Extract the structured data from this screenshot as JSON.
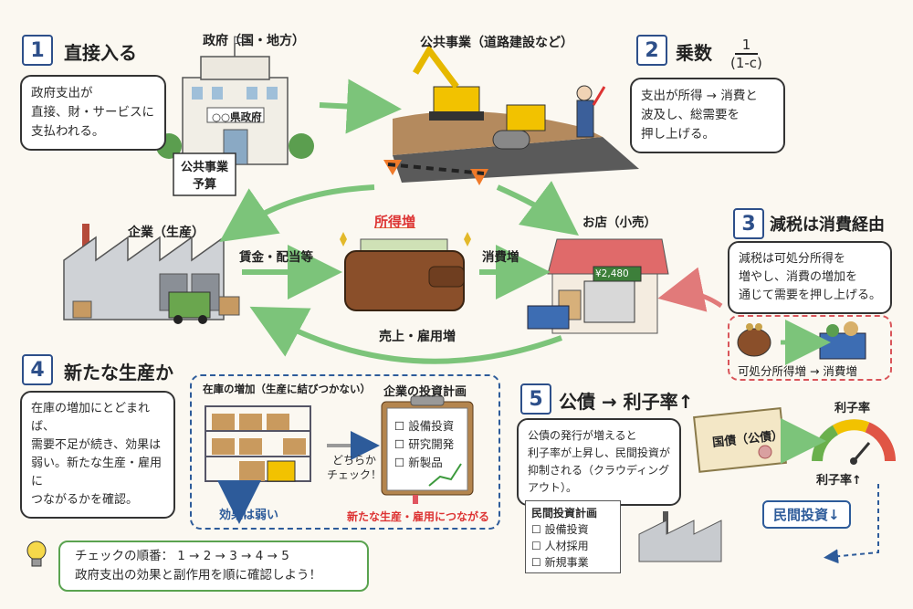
{
  "colors": {
    "accent_blue": "#2d5b9a",
    "arrow_green": "#7cc47a",
    "arrow_red": "#e17a7a",
    "check_border": "#5aa350"
  },
  "s1": {
    "num": "1",
    "title": "直接入る",
    "bubble": [
      "政府支出が",
      "直接、財・サービスに",
      "支払われる。"
    ]
  },
  "gov": {
    "label": "政府（国・地方）",
    "sign": "○○県政府",
    "budget": [
      "公共事業",
      "予算"
    ]
  },
  "pw": {
    "label": "公共事業（道路建設など）"
  },
  "s2": {
    "num": "2",
    "title": "乗数",
    "frac_top": "1",
    "frac_bottom": "(1-c)",
    "bubble": [
      "支出が所得 → 消費と",
      "波及し、総需要を",
      "押し上げる。"
    ]
  },
  "biz": {
    "label": "企業（生産）"
  },
  "flow": {
    "wages": "賃金・配当等",
    "income": "所得増",
    "consumption": "消費増",
    "sales": "売上・雇用増"
  },
  "shop": {
    "label": "お店（小売）",
    "register": "¥2,480"
  },
  "s3": {
    "num": "3",
    "title": "減税は消費経由",
    "bubble": [
      "減税は可処分所得を",
      "増やし、消費の増加を",
      "通じて需要を押し上げる。"
    ],
    "caption": "可処分所得増 → 消費増"
  },
  "s4": {
    "num": "4",
    "title": "新たな生産か",
    "bubble": [
      "在庫の増加にとどまれば、",
      "需要不足が続き、効果は",
      "弱い。新たな生産・雇用に",
      "つながるかを確認。"
    ]
  },
  "inv": {
    "title": "在庫の増加（生産に結びつかない）",
    "weak": "効果は弱い",
    "which": [
      "どちらか",
      "チェック！"
    ]
  },
  "plan": {
    "title": "企業の投資計画",
    "items": [
      "設備投資",
      "研究開発",
      "新製品"
    ],
    "new_prod": "新たな生産・雇用につながる"
  },
  "s5": {
    "num": "5",
    "title": "公債 → 利子率↑",
    "bubble": [
      "公債の発行が増えると",
      "利子率が上昇し、民間投資が",
      "抑制される（クラウディングアウト）。"
    ]
  },
  "bond": {
    "label": "国債（公債）"
  },
  "gauge": {
    "title": "利子率",
    "caption": "利子率↑"
  },
  "private": {
    "label": "民間投資↓"
  },
  "pplan": {
    "title": "民間投資計画",
    "items": [
      "設備投資",
      "人材採用",
      "新規事業"
    ]
  },
  "checkorder": {
    "line1": "チェックの順番： 1 → 2 → 3 → 4 → 5",
    "line2": "政府支出の効果と副作用を順に確認しよう！"
  }
}
